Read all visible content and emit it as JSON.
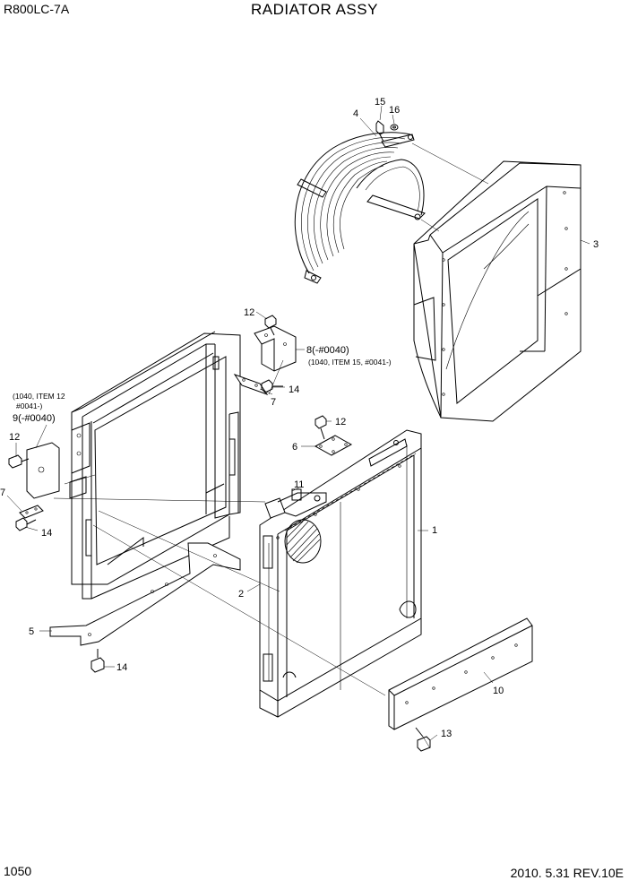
{
  "header": {
    "model": "R800LC-7A",
    "title": "RADIATOR ASSY"
  },
  "footer": {
    "page_number": "1050",
    "revision": "2010. 5.31  REV.10E"
  },
  "callouts": {
    "c1": "1",
    "c2": "2",
    "c3": "3",
    "c4": "4",
    "c5": "5",
    "c6": "6",
    "c7a": "7",
    "c7b": "7",
    "c8": "8(-#0040)",
    "c8note": "(1040, ITEM 15, #0041-)",
    "c9": "9(-#0040)",
    "c9note1": "(1040, ITEM 12",
    "c9note2": "#0041-)",
    "c10": "10",
    "c11": "11",
    "c12a": "12",
    "c12b": "12",
    "c12c": "12",
    "c13": "13",
    "c14a": "14",
    "c14b": "14",
    "c14c": "14",
    "c15": "15",
    "c16": "16"
  }
}
